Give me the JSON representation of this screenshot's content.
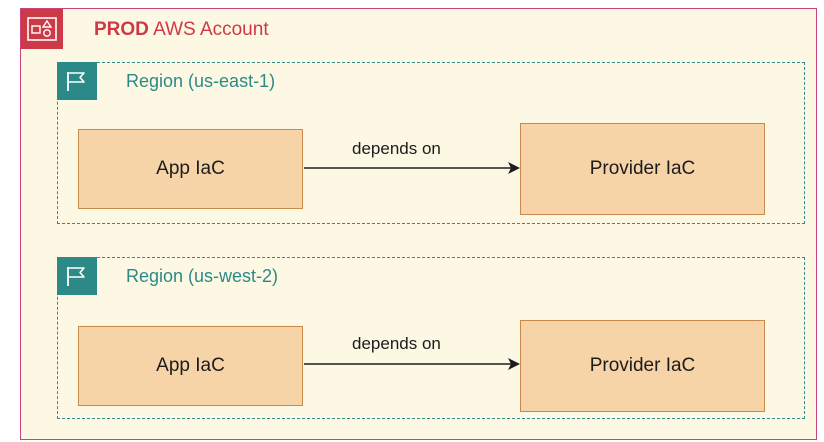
{
  "account": {
    "title_bold": "PROD",
    "title_rest": " AWS Account",
    "icon": "aws-account-icon",
    "color": "#cd3947",
    "border_color": "#c9447f",
    "background": "#fcf8e3"
  },
  "regions": [
    {
      "label": "Region (us-east-1)",
      "icon": "flag-icon",
      "source": "App IaC",
      "target": "Provider IaC",
      "edge_label": "depends on"
    },
    {
      "label": "Region (us-west-2)",
      "icon": "flag-icon",
      "source": "App IaC",
      "target": "Provider IaC",
      "edge_label": "depends on"
    }
  ],
  "colors": {
    "region": "#2b8a87",
    "node_fill": "#f7d3a8",
    "node_border": "#c8894b"
  }
}
